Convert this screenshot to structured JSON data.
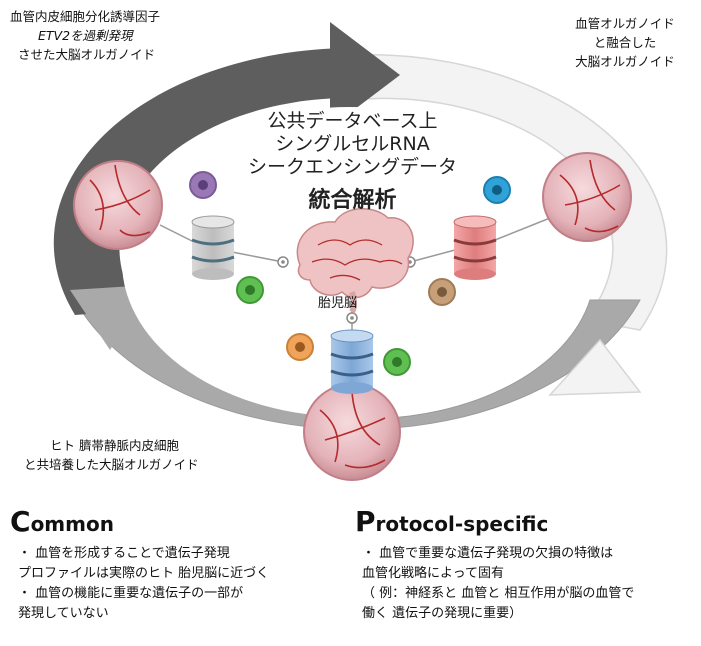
{
  "organoid_labels": {
    "top_left": [
      "血管内皮細胞分化誘導因子",
      "ETV2を過剰発現",
      "させた大脳オルガノイド"
    ],
    "top_right": [
      "血管オルガノイド",
      "と融合した",
      "大脳オルガノイド"
    ],
    "bottom": [
      "ヒト 臍帯静脈内皮細胞",
      "と共培養した大脳オルガノイド"
    ]
  },
  "center": {
    "title_lines": [
      "公共データベース上",
      "シングルセルRNA",
      "シークエンシングデータ"
    ],
    "analysis": "統合解析",
    "brain_label": "胎児脳"
  },
  "common": {
    "title_cap": "C",
    "title_rest": "ommon",
    "lines": [
      "・ 血管を形成することで遺伝子発現",
      "   プロファイルは実際のヒト 胎児脳に近づく",
      "・ 血管の機能に重要な遺伝子の一部が",
      "   発現していない"
    ]
  },
  "protocol": {
    "title_cap": "P",
    "title_rest": "rotocol-specific",
    "lines": [
      "・ 血管で重要な遺伝子発現の欠損の特徴は",
      "   血管化戦略によって固有",
      "（ 例：神経系と 血管と 相互作用が脳の血管で",
      "      働く 遺伝子の発現に重要）"
    ]
  },
  "colors": {
    "ring_dark": "#5c5c5c",
    "ring_mid": "#a8a8a8",
    "ring_light": "#f2f2f2",
    "db_gray": "#c8c8c8",
    "db_red": "#e88c8c",
    "db_blue": "#8fb4dc",
    "organoid": "#e6b7bc",
    "vessel": "#b52a2a"
  }
}
